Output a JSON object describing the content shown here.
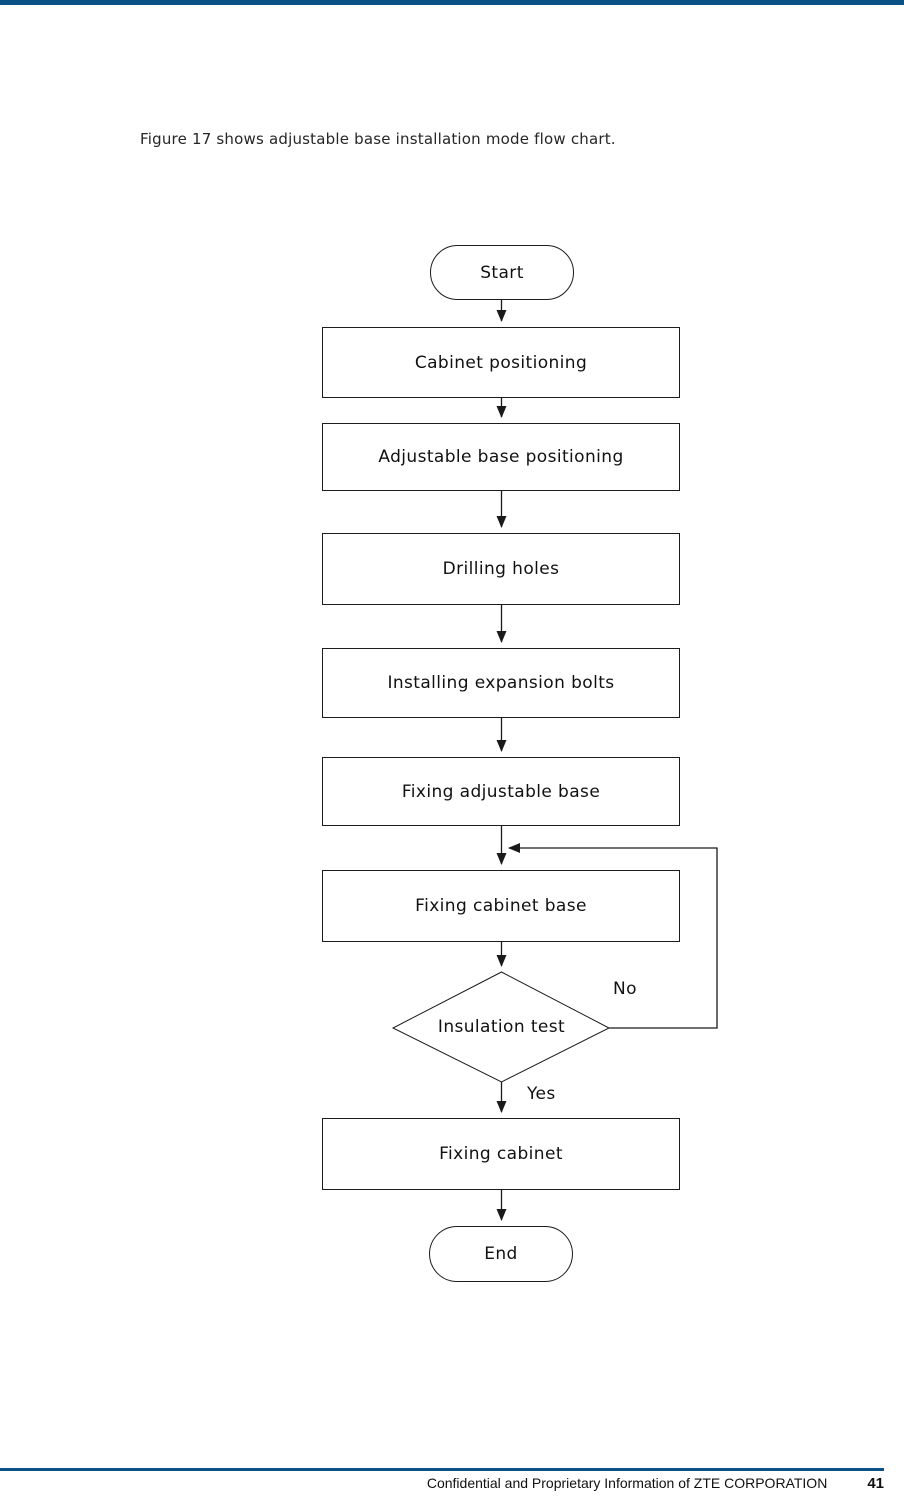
{
  "page": {
    "caption": "Figure 17 shows adjustable base installation mode flow chart."
  },
  "flowchart": {
    "title": "Adjustable base installation mode flow chart",
    "nodes": [
      {
        "id": "start",
        "type": "terminator",
        "label": "Start"
      },
      {
        "id": "cabinet-positioning",
        "type": "process",
        "label": "Cabinet positioning"
      },
      {
        "id": "adjustable-base-positioning",
        "type": "process",
        "label": "Adjustable base positioning"
      },
      {
        "id": "drilling-holes",
        "type": "process",
        "label": "Drilling holes"
      },
      {
        "id": "installing-expansion-bolts",
        "type": "process",
        "label": "Installing expansion bolts"
      },
      {
        "id": "fixing-adjustable-base",
        "type": "process",
        "label": "Fixing adjustable base"
      },
      {
        "id": "fixing-cabinet-base",
        "type": "process",
        "label": "Fixing cabinet base"
      },
      {
        "id": "insulation-test",
        "type": "decision",
        "label": "Insulation test"
      },
      {
        "id": "fixing-cabinet",
        "type": "process",
        "label": "Fixing cabinet"
      },
      {
        "id": "end",
        "type": "terminator",
        "label": "End"
      }
    ],
    "edges": [
      {
        "from": "start",
        "to": "cabinet-positioning"
      },
      {
        "from": "cabinet-positioning",
        "to": "adjustable-base-positioning"
      },
      {
        "from": "adjustable-base-positioning",
        "to": "drilling-holes"
      },
      {
        "from": "drilling-holes",
        "to": "installing-expansion-bolts"
      },
      {
        "from": "installing-expansion-bolts",
        "to": "fixing-adjustable-base"
      },
      {
        "from": "fixing-adjustable-base",
        "to": "fixing-cabinet-base"
      },
      {
        "from": "fixing-cabinet-base",
        "to": "insulation-test"
      },
      {
        "from": "insulation-test",
        "to": "fixing-cabinet-base",
        "label": "No"
      },
      {
        "from": "insulation-test",
        "to": "fixing-cabinet",
        "label": "Yes"
      },
      {
        "from": "fixing-cabinet",
        "to": "end"
      }
    ],
    "edge_labels": {
      "no": "No",
      "yes": "Yes"
    }
  },
  "footer": {
    "text": "Confidential and Proprietary Information of ZTE CORPORATION",
    "page_number": "41"
  },
  "colors": {
    "accent_blue": "#0a5286",
    "line_black": "#1c1c1c",
    "background": "#ffffff"
  }
}
